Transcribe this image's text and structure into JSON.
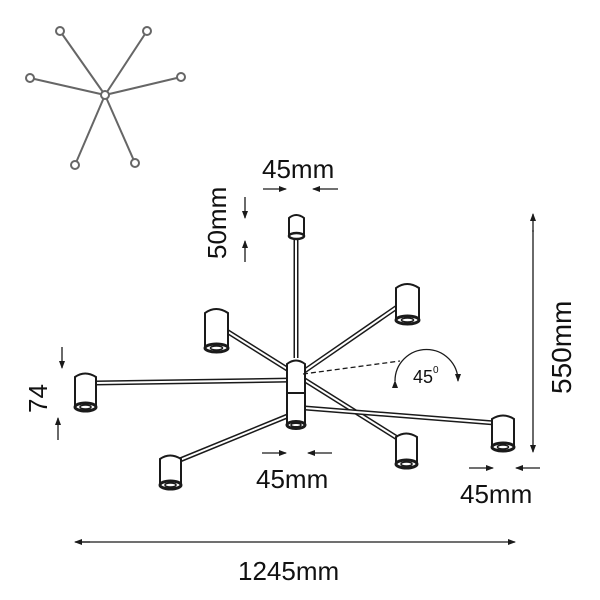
{
  "diagram": {
    "type": "technical-drawing",
    "subject": "six-arm ceiling spotlight fixture",
    "colors": {
      "line": "#1a1a1a",
      "icon": "#666666",
      "background": "#ffffff"
    },
    "top_view_icon": {
      "arms": 6
    },
    "dimensions": {
      "top_cap_width": "45mm",
      "top_cap_height": "50mm",
      "body_width": "45mm",
      "lamp_height": "74",
      "right_lamp_width": "45mm",
      "total_height": "550mm",
      "total_width": "1245mm",
      "tilt_angle": "45",
      "tilt_angle_unit": "0"
    }
  }
}
